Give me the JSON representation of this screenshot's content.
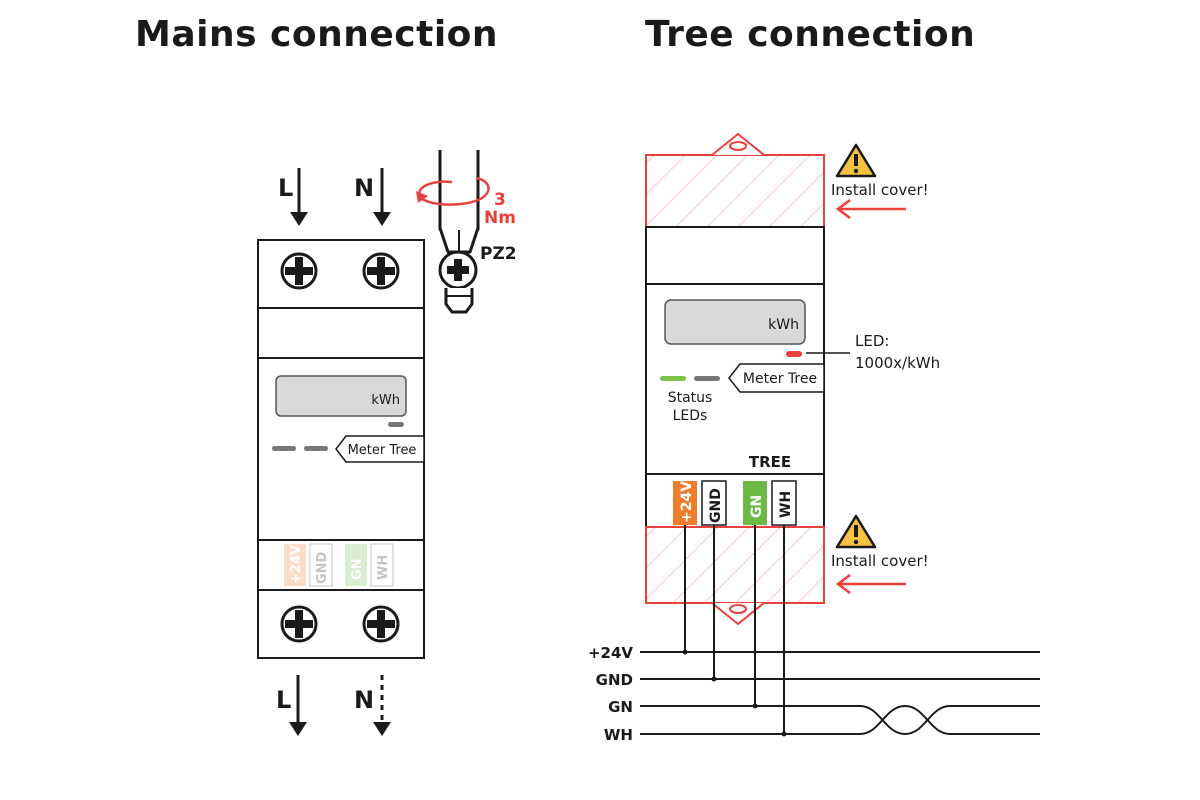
{
  "titles": {
    "mains": "Mains connection",
    "tree": "Tree connection"
  },
  "mains": {
    "input_labels": [
      "L",
      "N"
    ],
    "output_labels": [
      "L",
      "N"
    ],
    "torque_value": "3",
    "torque_unit": "Nm",
    "screwdriver": "PZ2",
    "display_unit": "kWh",
    "brand_tag": "Meter Tree",
    "terminals": [
      "+24V",
      "GND",
      "GN",
      "WH"
    ]
  },
  "tree": {
    "display_unit": "kWh",
    "brand_tag": "Meter Tree",
    "led_label_line1": "LED:",
    "led_label_line2": "1000x/kWh",
    "status_line1": "Status",
    "status_line2": "LEDs",
    "bus_heading": "TREE",
    "terminals": [
      "+24V",
      "GND",
      "GN",
      "WH"
    ],
    "cover_warning": "Install cover!",
    "bus_lines": [
      "+24V",
      "GND",
      "GN",
      "WH"
    ]
  },
  "colors": {
    "ink": "#1a1a1a",
    "accent_red": "#e8403a",
    "terminal_orange": "#ef7d2c",
    "terminal_green": "#6cb945",
    "display_gray": "#d9d9d9",
    "warning_yellow": "#f5c242"
  }
}
